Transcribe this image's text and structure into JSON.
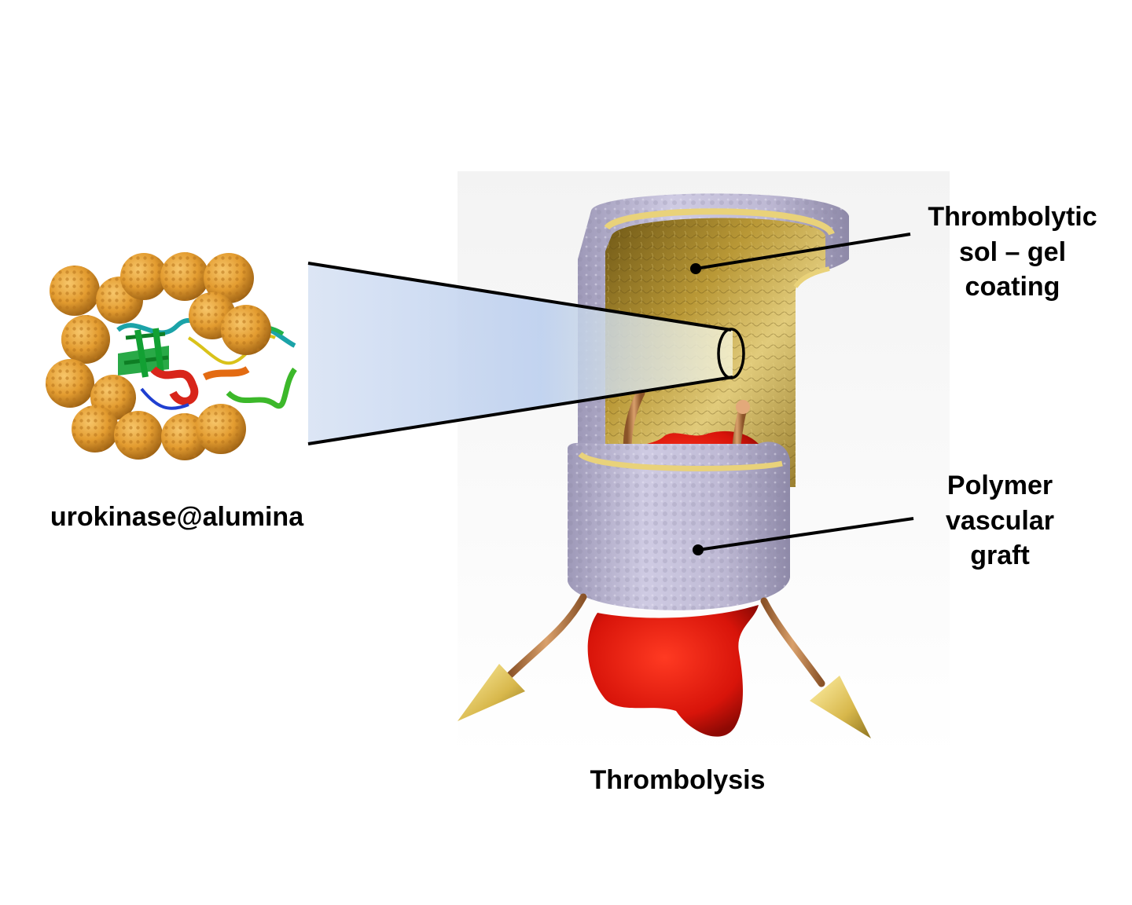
{
  "figure": {
    "nanoparticle_label": "urokinase@alumina",
    "coating_label_lines": [
      "Thrombolytic",
      "sol – gel",
      "coating"
    ],
    "graft_label_lines": [
      "Polymer",
      "vascular",
      "graft"
    ],
    "process_label": "Thrombolysis"
  },
  "colors": {
    "alumina_particle": "#E8A33A",
    "coating_gold": "#C9A63E",
    "graft_lavender": "#B7B2CF",
    "thrombus_red": "#E0190F",
    "fibrin_strand": "#C98A55",
    "arrow_tip": "#E6CC6A",
    "zoom_beam": "#BFD0EC"
  },
  "icons": [
    "alumina-nanoparticle-icon",
    "protein-ribbon-icon",
    "thrombus-icon",
    "arrow-cone-icon"
  ]
}
